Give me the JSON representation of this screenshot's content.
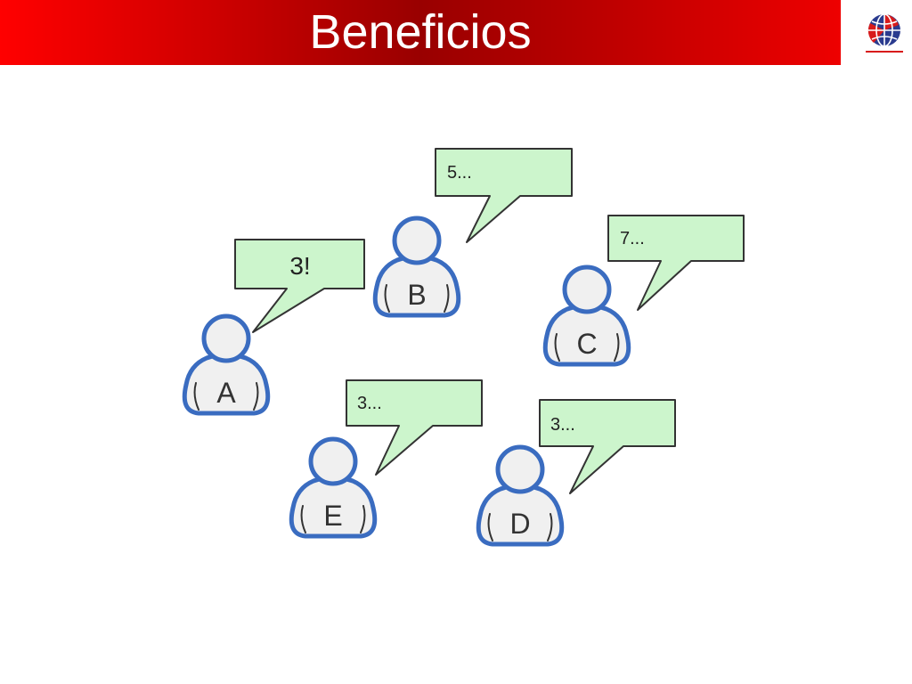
{
  "slide": {
    "title": "Beneficios"
  },
  "diagram": {
    "people": [
      {
        "id": "A",
        "label": "A",
        "speech": "3!"
      },
      {
        "id": "B",
        "label": "B",
        "speech": "5..."
      },
      {
        "id": "C",
        "label": "C",
        "speech": "7..."
      },
      {
        "id": "D",
        "label": "D",
        "speech": "3..."
      },
      {
        "id": "E",
        "label": "E",
        "speech": "3..."
      }
    ]
  },
  "colors": {
    "title_bar": "#cc0000",
    "person_outline": "#3a6cc0",
    "bubble_fill": "#ccf5cc",
    "bubble_border": "#333333"
  }
}
